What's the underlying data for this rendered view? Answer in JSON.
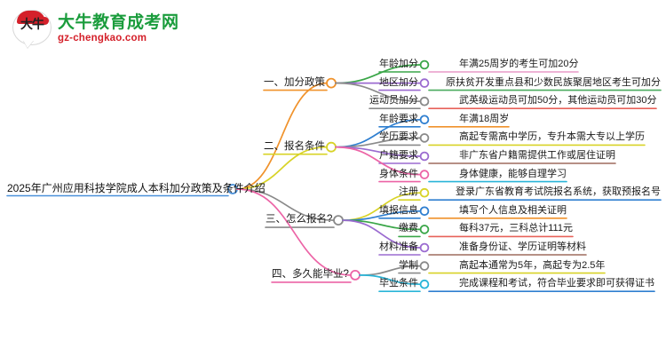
{
  "logo": {
    "mark_text": "大牛",
    "title": "大牛教育成考网",
    "subtitle": "gz-chengkao.com",
    "title_color": "#1a9c3c",
    "subtitle_color": "#d4202a"
  },
  "mindmap": {
    "root": {
      "label": "2025年广州应用科技学院成人本科加分政策及条件介绍",
      "node_color": "#4a90d9",
      "underline_color": "#4a90d9"
    },
    "branches": [
      {
        "label": "一、加分政策",
        "node_color": "#f0922b",
        "line_color": "#f0922b",
        "children": [
          {
            "label": "年龄加分",
            "node_color": "#3aa648",
            "line_color": "#3aa648",
            "leaf": "年满25周岁的考生可加20分",
            "leaf_line_color": "#e89ac8"
          },
          {
            "label": "地区加分",
            "node_color": "#9b6bd0",
            "line_color": "#9b6bd0",
            "leaf": "原扶贫开发重点县和少数民族聚居地区考生可加分",
            "leaf_line_color": "#4aab5e"
          },
          {
            "label": "运动员加分",
            "node_color": "#8a8a8a",
            "line_color": "#8a8a8a",
            "leaf": "武英级运动员可加50分，其他运动员可加30分",
            "leaf_line_color": "#e8625a"
          }
        ]
      },
      {
        "label": "二、报名条件",
        "node_color": "#d8d327",
        "line_color": "#d8d327",
        "children": [
          {
            "label": "年龄要求",
            "node_color": "#2f7fd0",
            "line_color": "#2f7fd0",
            "leaf": "年满18周岁",
            "leaf_line_color": "#f0922b"
          },
          {
            "label": "学历要求",
            "node_color": "#8a8a8a",
            "line_color": "#8a8a8a",
            "leaf": "高起专需高中学历，专升本需大专以上学历",
            "leaf_line_color": "#d8d327"
          },
          {
            "label": "户籍要求",
            "node_color": "#9b6bd0",
            "line_color": "#9b6bd0",
            "leaf": "非广东省户籍需提供工作或居住证明",
            "leaf_line_color": "#9e6b5e"
          },
          {
            "label": "身体条件",
            "node_color": "#ec64a6",
            "line_color": "#ec64a6",
            "leaf": "身体健康，能够自理学习",
            "leaf_line_color": "#2ab5d8"
          }
        ]
      },
      {
        "label": "三、怎么报名?",
        "node_color": "#8a8a8a",
        "line_color": "#8a8a8a",
        "children": [
          {
            "label": "注册",
            "node_color": "#d8d327",
            "line_color": "#d8d327",
            "leaf": "登录广东省教育考试院报名系统，获取预报名号",
            "leaf_line_color": "#2f7fd0"
          },
          {
            "label": "填报信息",
            "node_color": "#2f7fd0",
            "line_color": "#2f7fd0",
            "leaf": "填写个人信息及相关证明",
            "leaf_line_color": "#f0922b"
          },
          {
            "label": "缴费",
            "node_color": "#3aa648",
            "line_color": "#3aa648",
            "leaf": "每科37元，三科总计111元",
            "leaf_line_color": "#e8625a"
          },
          {
            "label": "材料准备",
            "node_color": "#9b6bd0",
            "line_color": "#9b6bd0",
            "leaf": "准备身份证、学历证明等材料",
            "leaf_line_color": "#9e6b5e"
          }
        ]
      },
      {
        "label": "四、多久能毕业?",
        "node_color": "#ec64a6",
        "line_color": "#ec64a6",
        "children": [
          {
            "label": "学制",
            "node_color": "#8a8a8a",
            "line_color": "#8a8a8a",
            "leaf": "高起本通常为5年，高起专为2.5年",
            "leaf_line_color": "#d8d327"
          },
          {
            "label": "毕业条件",
            "node_color": "#2ab5d8",
            "line_color": "#2ab5d8",
            "leaf": "完成课程和考试，符合毕业要求即可获得证书",
            "leaf_line_color": "#2f7fd0"
          }
        ]
      }
    ]
  }
}
